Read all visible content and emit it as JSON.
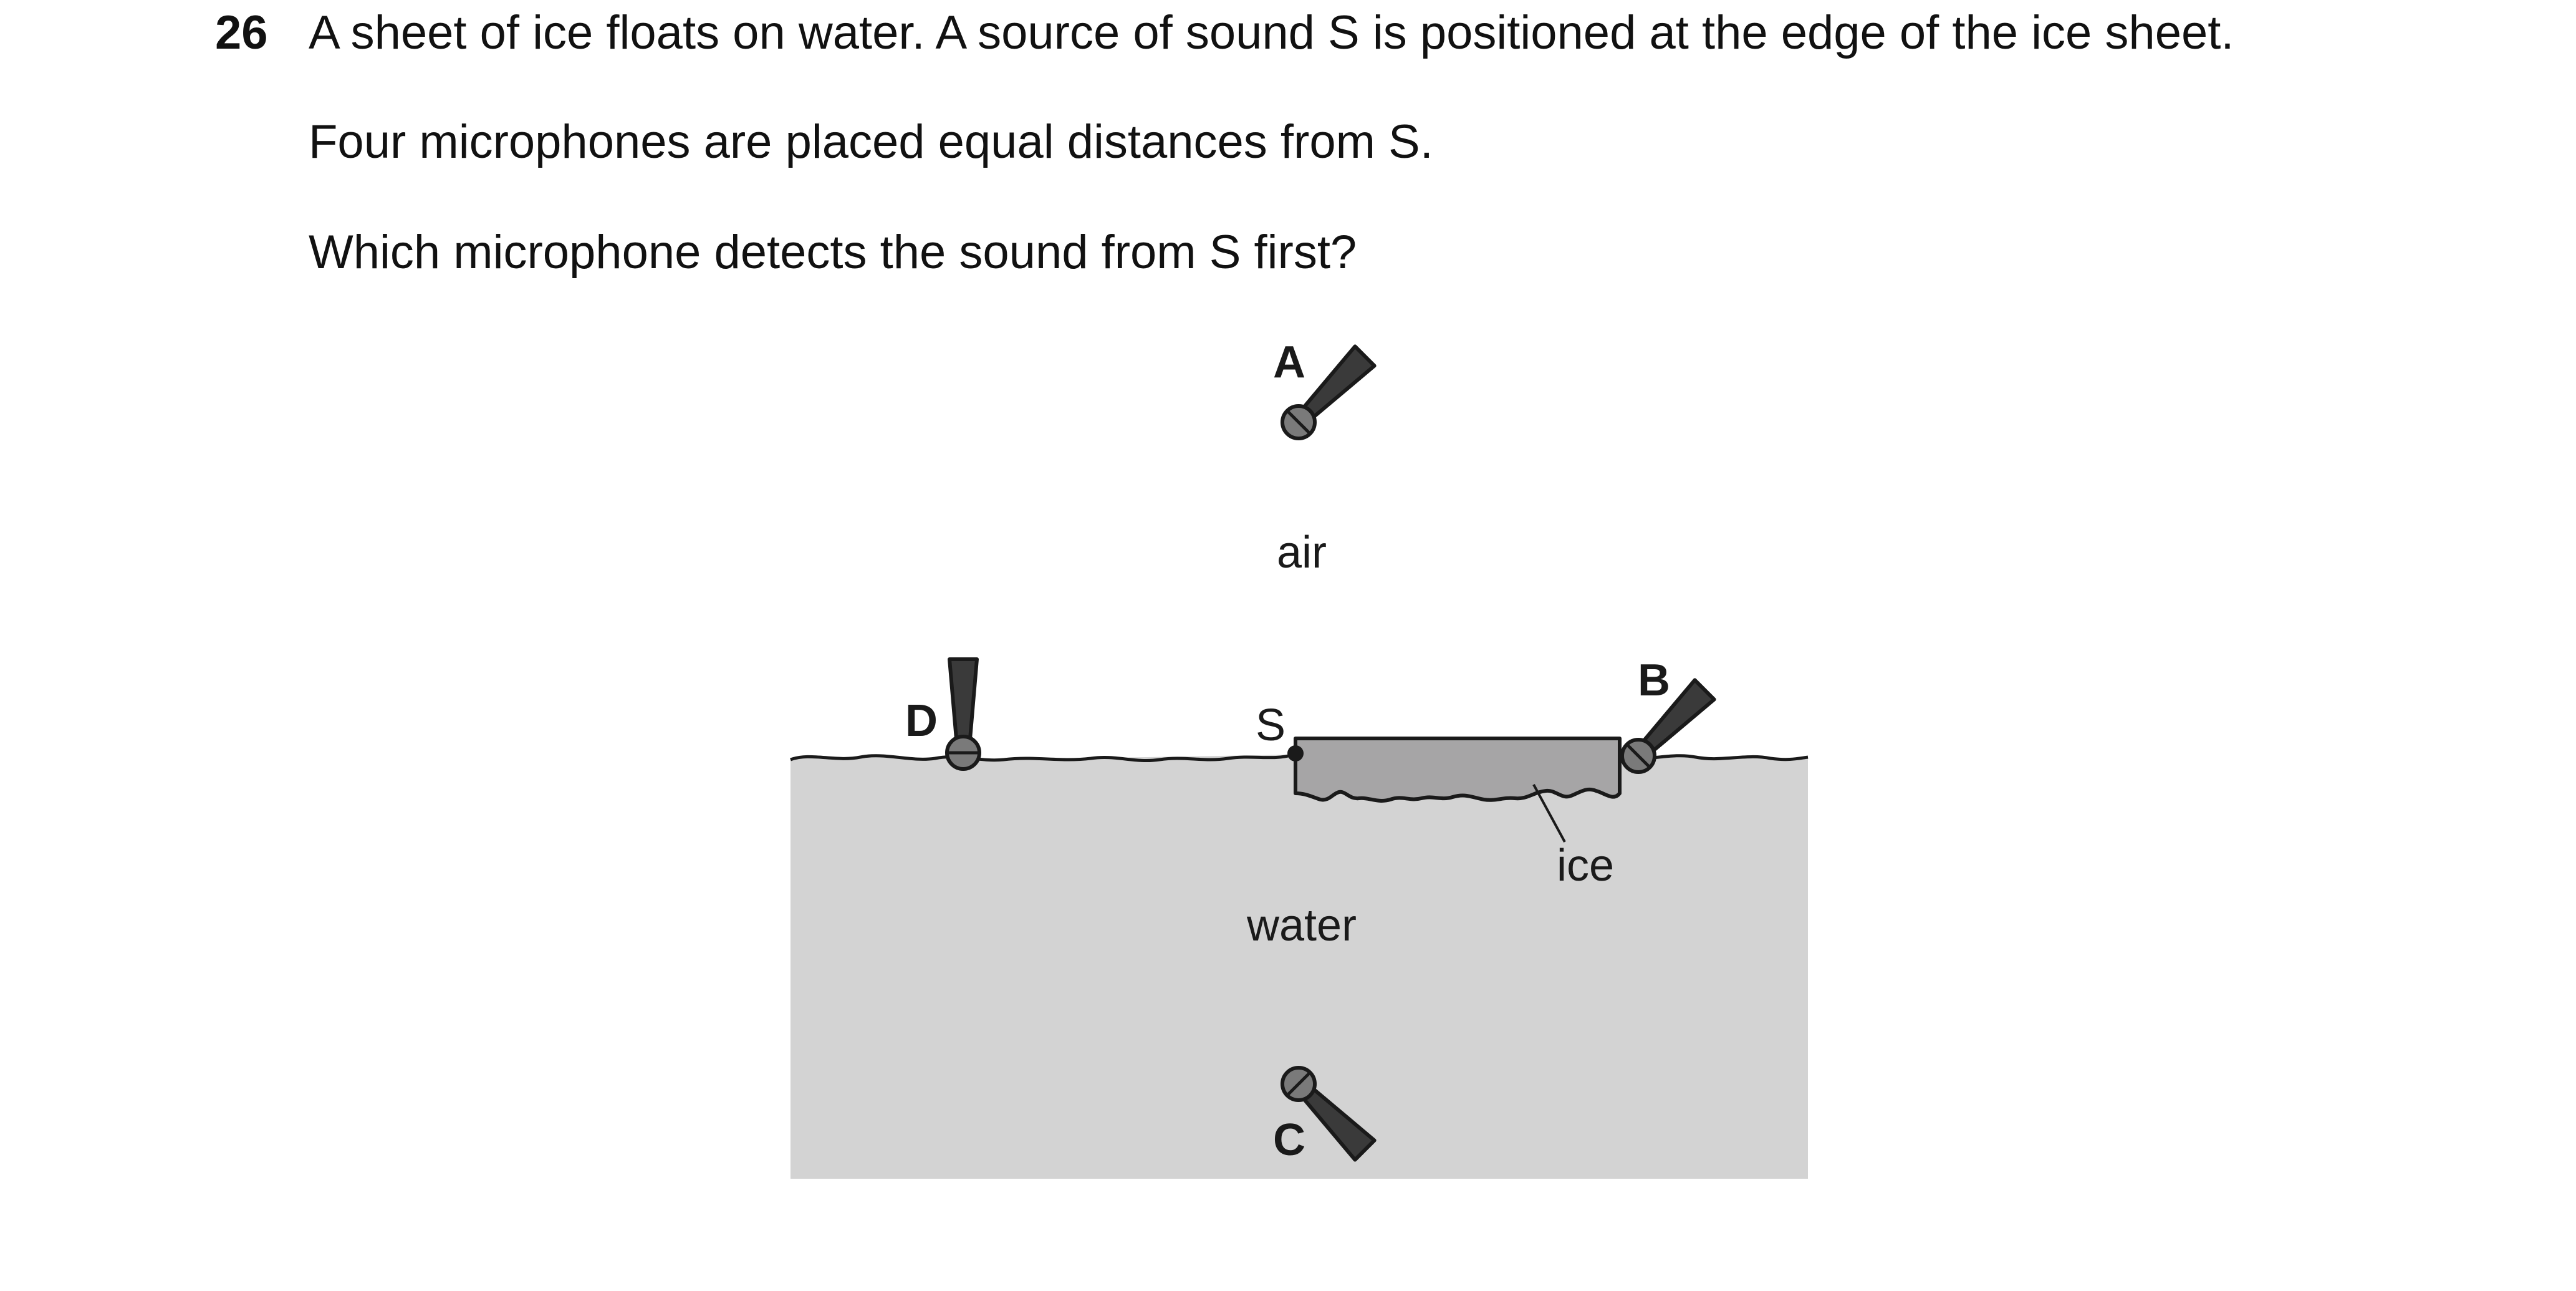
{
  "question": {
    "number": "26",
    "lines": [
      "A sheet of ice floats on water. A source of sound S is positioned at the edge of the ice sheet.",
      "Four microphones are placed equal distances from S.",
      "Which microphone detects the sound from S first?"
    ]
  },
  "figure": {
    "labels": {
      "air": "air",
      "water": "water",
      "ice": "ice",
      "source": "S"
    },
    "microphones": {
      "A": "A",
      "B": "B",
      "C": "C",
      "D": "D"
    },
    "colors": {
      "water": "#d3d3d3",
      "ice": "#a6a5a6",
      "microphone": "#3a3a3a",
      "outline": "#1a1a1a"
    }
  }
}
